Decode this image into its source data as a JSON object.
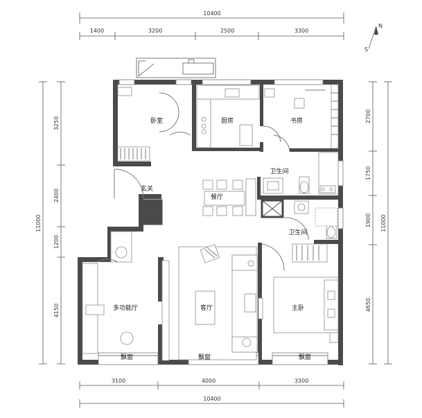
{
  "rooms": {
    "bedroom": "卧室",
    "kitchen": "厨房",
    "study": "书房",
    "bath1": "卫生间",
    "bath2": "卫生间",
    "foyer": "玄关",
    "dining": "餐厅",
    "living": "客厅",
    "multi": "多功能厅",
    "master": "主卧",
    "bay1": "飘窗",
    "bay2": "飘窗",
    "bay3": "飘窗"
  },
  "dims": {
    "top_total": "10400",
    "top": [
      "1400",
      "3200",
      "2500",
      "3300"
    ],
    "bottom": [
      "3100",
      "4000",
      "3300"
    ],
    "bottom_total": "10400",
    "left": [
      "3250",
      "2400",
      "1200",
      "4150"
    ],
    "left_total": "11000",
    "right": [
      "2700",
      "1750",
      "1900",
      "4650"
    ],
    "right_total": "11000"
  },
  "compass": {
    "north": "N",
    "south": "S"
  }
}
